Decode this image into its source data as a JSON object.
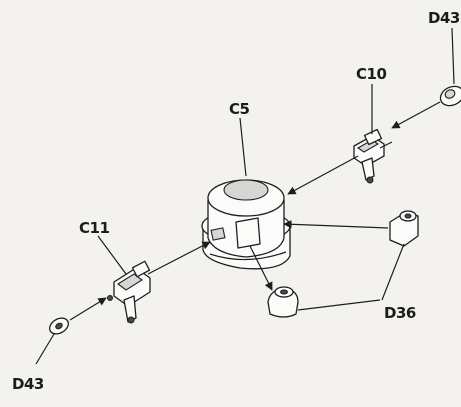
{
  "labels": {
    "c5": "C5",
    "c10": "C10",
    "c11": "C11",
    "d36": "D36",
    "d43_top": "D43",
    "d43_bottom": "D43"
  },
  "colors": {
    "background": "#f3f2ef",
    "ink": "#1e1e1e",
    "part_fill": "#fbfbfa",
    "shadow": "#d6d6d4"
  }
}
